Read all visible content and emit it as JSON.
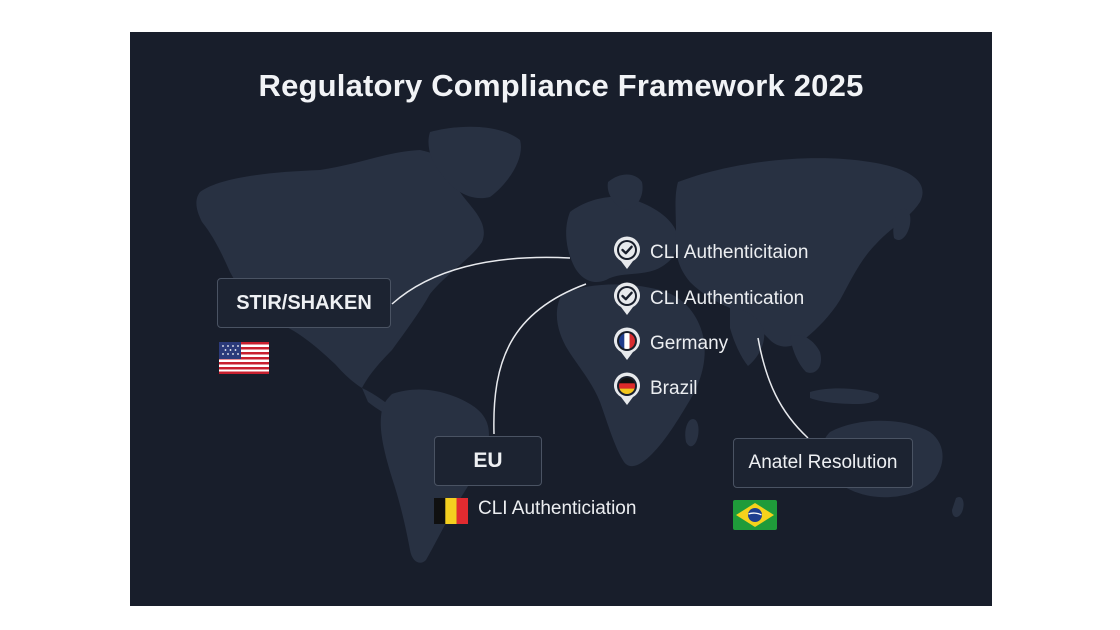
{
  "title": "Regulatory Compliance Framework 2025",
  "boxes": {
    "us": {
      "label": "STIR/SHAKEN",
      "flag": "us-flag-icon"
    },
    "eu": {
      "label": "EU",
      "flag": "belgium-flag-icon",
      "caption": "CLI Authenticiation"
    },
    "br": {
      "label": "Anatel Resolution",
      "flag": "brazil-flag-icon"
    }
  },
  "pins": [
    {
      "label": "CLI Authenticitaion",
      "icon": "check-pin-icon"
    },
    {
      "label": "CLI Authentication",
      "icon": "check-pin-icon"
    },
    {
      "label": "Germany",
      "icon": "france-flag-pin-icon"
    },
    {
      "label": "Brazil",
      "icon": "germany-flag-pin-icon"
    }
  ],
  "colors": {
    "background": "#181e2b",
    "land": "#283142",
    "connector": "#e8eaee",
    "box_border": "#4a5363"
  }
}
